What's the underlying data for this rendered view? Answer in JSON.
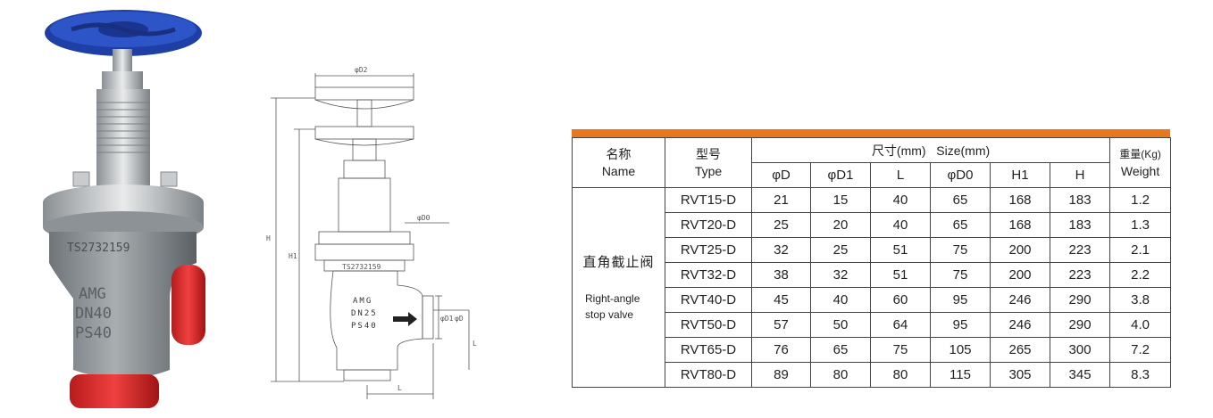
{
  "photo": {
    "body_marks": [
      "AMG",
      "DN40",
      "PS40"
    ],
    "flange_mark": "TS2732159"
  },
  "drawing": {
    "labels": {
      "d2": "φD2",
      "d0": "φD0",
      "d1": "φD1",
      "d": "φD",
      "h": "H",
      "h1": "H1",
      "l_horizontal": "L",
      "l_vertical": "L"
    },
    "body_marks": [
      "AMG",
      "DN25",
      "PS40"
    ],
    "flange_mark": "TS2732159"
  },
  "table": {
    "header": {
      "name_cn": "名称",
      "name_en": "Name",
      "type_cn": "型号",
      "type_en": "Type",
      "size_group": "尺寸(mm)   Size(mm)",
      "weight_cn": "重量(Kg)",
      "weight_en": "Weight",
      "columns": [
        "φD",
        "φD1",
        "L",
        "φD0",
        "H1",
        "H"
      ]
    },
    "product": {
      "name_cn": "直角截止阀",
      "name_en_line1": "Right-angle",
      "name_en_line2": "stop valve"
    },
    "rows": [
      {
        "type": "RVT15-D",
        "d": "21",
        "d1": "15",
        "l": "40",
        "d0": "65",
        "h1": "168",
        "h": "183",
        "weight": "1.2"
      },
      {
        "type": "RVT20-D",
        "d": "25",
        "d1": "20",
        "l": "40",
        "d0": "65",
        "h1": "168",
        "h": "183",
        "weight": "1.3"
      },
      {
        "type": "RVT25-D",
        "d": "32",
        "d1": "25",
        "l": "51",
        "d0": "75",
        "h1": "200",
        "h": "223",
        "weight": "2.1"
      },
      {
        "type": "RVT32-D",
        "d": "38",
        "d1": "32",
        "l": "51",
        "d0": "75",
        "h1": "200",
        "h": "223",
        "weight": "2.2"
      },
      {
        "type": "RVT40-D",
        "d": "45",
        "d1": "40",
        "l": "60",
        "d0": "95",
        "h1": "246",
        "h": "290",
        "weight": "3.8"
      },
      {
        "type": "RVT50-D",
        "d": "57",
        "d1": "50",
        "l": "64",
        "d0": "95",
        "h1": "246",
        "h": "290",
        "weight": "4.0"
      },
      {
        "type": "RVT65-D",
        "d": "76",
        "d1": "65",
        "l": "75",
        "d0": "105",
        "h1": "265",
        "h": "300",
        "weight": "7.2"
      },
      {
        "type": "RVT80-D",
        "d": "89",
        "d1": "80",
        "l": "80",
        "d0": "115",
        "h1": "305",
        "h": "345",
        "weight": "8.3"
      }
    ],
    "colors": {
      "accent_bar": "#e8781e",
      "border": "#444444"
    }
  }
}
